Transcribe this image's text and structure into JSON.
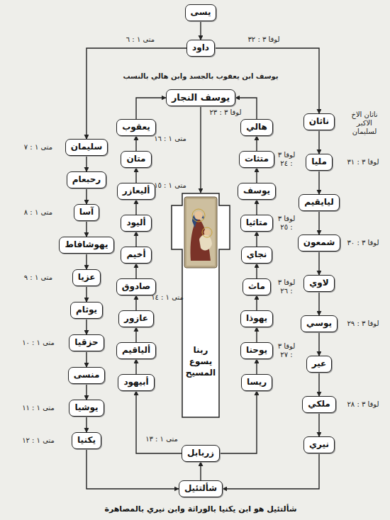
{
  "diagram": {
    "caption": "شألتئيل هو ابن يكنيا بالوراثة وابن نيري بالمصاهرة",
    "nodes": [
      {
        "text": [
          "يسى"
        ]
      },
      {
        "text": [
          "داود"
        ]
      },
      {
        "text": [
          "يوسف النجار"
        ]
      },
      {
        "text": [
          "سليمان"
        ]
      },
      {
        "text": [
          "رحبعام"
        ]
      },
      {
        "text": [
          "آسا"
        ]
      },
      {
        "text": [
          "يهوشافاط"
        ]
      },
      {
        "text": [
          "عزيا"
        ]
      },
      {
        "text": [
          "يوثام"
        ]
      },
      {
        "text": [
          "حزقيا"
        ]
      },
      {
        "text": [
          "منسى"
        ]
      },
      {
        "text": [
          "يوشيا"
        ]
      },
      {
        "text": [
          "يكنيا"
        ]
      },
      {
        "text": [
          "يعقوب"
        ]
      },
      {
        "text": [
          "متان"
        ]
      },
      {
        "text": [
          "أليعازر"
        ]
      },
      {
        "text": [
          "أليود"
        ]
      },
      {
        "text": [
          "أخيم"
        ]
      },
      {
        "text": [
          "صادوق"
        ]
      },
      {
        "text": [
          "عازور"
        ]
      },
      {
        "text": [
          "ألياقيم"
        ]
      },
      {
        "text": [
          "أبيهود"
        ]
      },
      {
        "text": [
          "ربنا يسوع المسيح"
        ]
      },
      {
        "text": [
          "هالي"
        ]
      },
      {
        "text": [
          "متثات"
        ]
      },
      {
        "text": [
          "يوسف"
        ]
      },
      {
        "text": [
          "متاثيا"
        ]
      },
      {
        "text": [
          "نجاي"
        ]
      },
      {
        "text": [
          "ماث"
        ]
      },
      {
        "text": [
          "يهوذا"
        ]
      },
      {
        "text": [
          "يوحنا"
        ]
      },
      {
        "text": [
          "ريسا"
        ]
      },
      {
        "text": [
          "ناثان"
        ]
      },
      {
        "text": [
          "مليا"
        ]
      },
      {
        "text": [
          "ليايقيم"
        ]
      },
      {
        "text": [
          "شمعون"
        ]
      },
      {
        "text": [
          "لاوي"
        ]
      },
      {
        "text": [
          "يوسي"
        ]
      },
      {
        "text": [
          "عير"
        ]
      },
      {
        "text": [
          "ملكي"
        ]
      },
      {
        "text": [
          "نيري"
        ]
      },
      {
        "text": [
          "زربابل"
        ]
      },
      {
        "text": [
          "شألتئيل"
        ]
      }
    ],
    "edges": [
      {
        "from": 0,
        "to": 1,
        "arrow": "to"
      },
      {
        "from": 1,
        "to": 3,
        "arrow": "to"
      },
      {
        "from": 1,
        "to": 32,
        "arrow": "to"
      },
      {
        "from": 3,
        "to": 4,
        "arrow": "to"
      },
      {
        "from": 4,
        "to": 5,
        "arrow": "to"
      },
      {
        "from": 5,
        "to": 6,
        "arrow": "to"
      },
      {
        "from": 6,
        "to": 7,
        "arrow": "to"
      },
      {
        "from": 7,
        "to": 8,
        "arrow": "to"
      },
      {
        "from": 8,
        "to": 9,
        "arrow": "to"
      },
      {
        "from": 9,
        "to": 10,
        "arrow": "to"
      },
      {
        "from": 10,
        "to": 11,
        "arrow": "to"
      },
      {
        "from": 11,
        "to": 12,
        "arrow": "to"
      },
      {
        "from": 12,
        "to": 42,
        "arrow": "to"
      },
      {
        "from": 14,
        "to": 13,
        "arrow": "to"
      },
      {
        "from": 15,
        "to": 14,
        "arrow": "to"
      },
      {
        "from": 16,
        "to": 15,
        "arrow": "to"
      },
      {
        "from": 17,
        "to": 16,
        "arrow": "to"
      },
      {
        "from": 18,
        "to": 17,
        "arrow": "to"
      },
      {
        "from": 19,
        "to": 18,
        "arrow": "to"
      },
      {
        "from": 20,
        "to": 19,
        "arrow": "to"
      },
      {
        "from": 21,
        "to": 20,
        "arrow": "to"
      },
      {
        "from": 13,
        "to": 2,
        "arrow": "to"
      },
      {
        "from": 2,
        "to": 22,
        "arrow": "to"
      },
      {
        "from": 24,
        "to": 23,
        "arrow": "to"
      },
      {
        "from": 25,
        "to": 24,
        "arrow": "to"
      },
      {
        "from": 26,
        "to": 25,
        "arrow": "to"
      },
      {
        "from": 27,
        "to": 26,
        "arrow": "to"
      },
      {
        "from": 28,
        "to": 27,
        "arrow": "to"
      },
      {
        "from": 29,
        "to": 28,
        "arrow": "to"
      },
      {
        "from": 30,
        "to": 29,
        "arrow": "to"
      },
      {
        "from": 31,
        "to": 30,
        "arrow": "to"
      },
      {
        "from": 23,
        "to": 2,
        "arrow": "to"
      },
      {
        "from": 32,
        "to": 33,
        "arrow": "to"
      },
      {
        "from": 33,
        "to": 34,
        "arrow": "to"
      },
      {
        "from": 34,
        "to": 35,
        "arrow": "to"
      },
      {
        "from": 35,
        "to": 36,
        "arrow": "to"
      },
      {
        "from": 36,
        "to": 37,
        "arrow": "to"
      },
      {
        "from": 37,
        "to": 38,
        "arrow": "to"
      },
      {
        "from": 38,
        "to": 39,
        "arrow": "to"
      },
      {
        "from": 39,
        "to": 40,
        "arrow": "to"
      },
      {
        "from": 40,
        "to": 42,
        "arrow": "to"
      },
      {
        "from": 42,
        "to": 41,
        "arrow": "to"
      },
      {
        "from": 41,
        "to": 21,
        "arrow": "to"
      },
      {
        "from": 41,
        "to": 31,
        "arrow": "to"
      }
    ],
    "labels": [
      "يوسف ابن يعقوب بالجسد وابن هالي بالنسب",
      "لوقا ٣ : ٣٢",
      "متى ١ : ٦",
      "ناثان الاخ الاكبر لسليمان",
      "متى ١ : ١٦",
      "لوقا ٣ : ٢٣",
      "متى ١ : ٧",
      "متى ١ : ٨",
      "متى ١ : ٩",
      "متى ١ : ١٠",
      "متى ١ : ١١",
      "متى ١ : ١٢",
      "متى ١ : ١٥",
      "متى ١ : ١٤",
      "متى ١ : ١٣",
      "لوقا ٣ : ٢٤",
      "لوقا ٣ : ٢٥",
      "لوقا ٣ : ٢٦",
      "لوقا ٣ : ٢٧",
      "لوقا ٣ : ٣١",
      "لوقا ٣ : ٣٠",
      "لوقا ٣ : ٢٩",
      "لوقا ٣ : ٢٨"
    ]
  }
}
